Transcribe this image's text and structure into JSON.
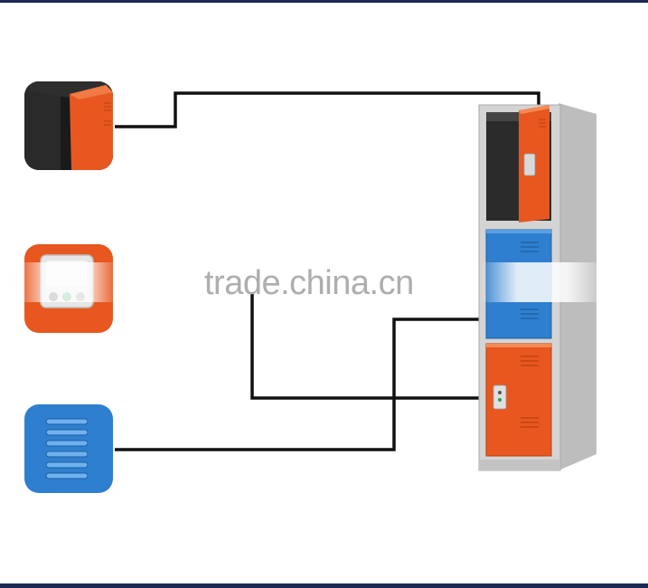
{
  "watermark": {
    "text": "trade.china.cn"
  },
  "colors": {
    "frame": "#1c2a55",
    "orange": "#e8571f",
    "blue": "#2f7fd0",
    "grey": "#c8c8c8",
    "connector": "#111111"
  },
  "thumbnails": [
    {
      "id": "door-edge-closeup",
      "icon": "door-edge-icon"
    },
    {
      "id": "lock-closeup",
      "icon": "keypad-lock-icon"
    },
    {
      "id": "vent-closeup",
      "icon": "vent-louver-icon"
    }
  ]
}
